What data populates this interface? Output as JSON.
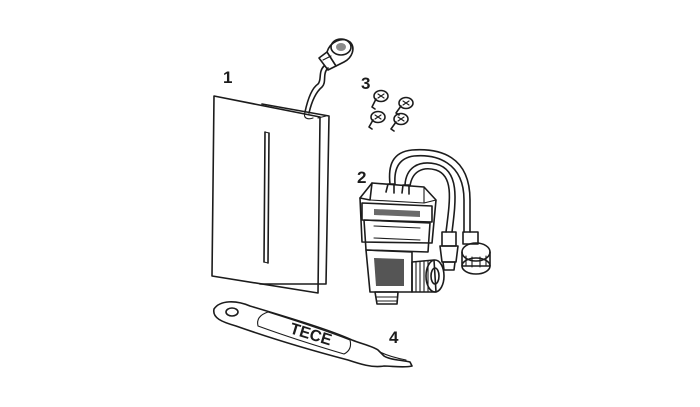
{
  "labels": {
    "panel": "1",
    "actuator": "2",
    "screws": "3",
    "tool": "4"
  },
  "tool_brand": "TECE",
  "colors": {
    "line": "#1c1c1c",
    "panel_fill": "#f4f4f4",
    "body_fill": "#e6e6e6",
    "dark_fill": "#2a2a2a",
    "background": "#ffffff"
  }
}
